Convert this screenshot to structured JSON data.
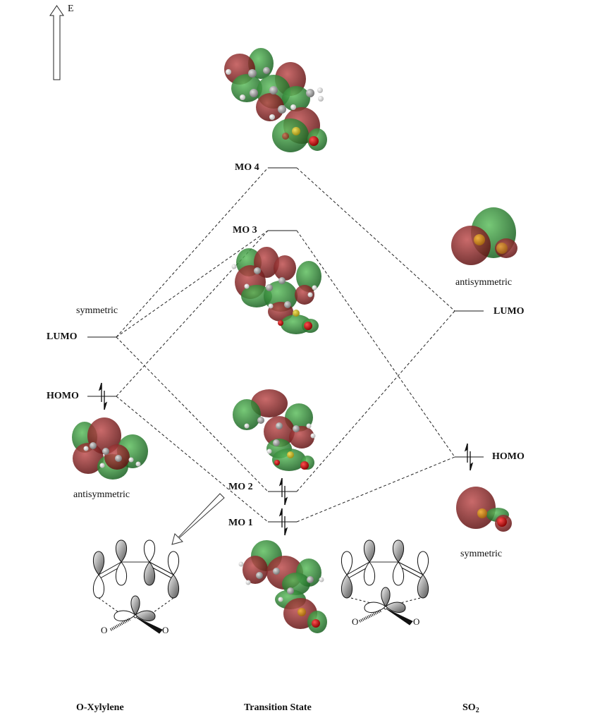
{
  "axis": {
    "energy_label": "E"
  },
  "columns": {
    "left": "O-Xylylene",
    "center": "Transition State",
    "right_main": "SO",
    "right_sub": "2"
  },
  "left_levels": {
    "lumo": {
      "label": "LUMO",
      "symmetry": "symmetric",
      "electrons": 0
    },
    "homo": {
      "label": "HOMO",
      "symmetry": "antisymmetric",
      "electrons": 2
    }
  },
  "center_levels": [
    {
      "label": "MO 4",
      "electrons": 0
    },
    {
      "label": "MO 3",
      "electrons": 0
    },
    {
      "label": "MO 2",
      "electrons": 2
    },
    {
      "label": "MO 1",
      "electrons": 2
    }
  ],
  "right_levels": {
    "lumo": {
      "label": "LUMO",
      "symmetry": "antisymmetric",
      "electrons": 0
    },
    "homo": {
      "label": "HOMO",
      "symmetry": "symmetric",
      "electrons": 2
    }
  },
  "atoms": {
    "oxygen": "O"
  },
  "colors": {
    "lobe_positive": "#8b1a1a",
    "lobe_negative": "#1f8a2e",
    "sulfur": "#c9b52a",
    "oxygen_atom": "#cc0000",
    "carbon": "#9a9a9a",
    "hydrogen": "#eeeeee",
    "level_line": "#666666"
  }
}
